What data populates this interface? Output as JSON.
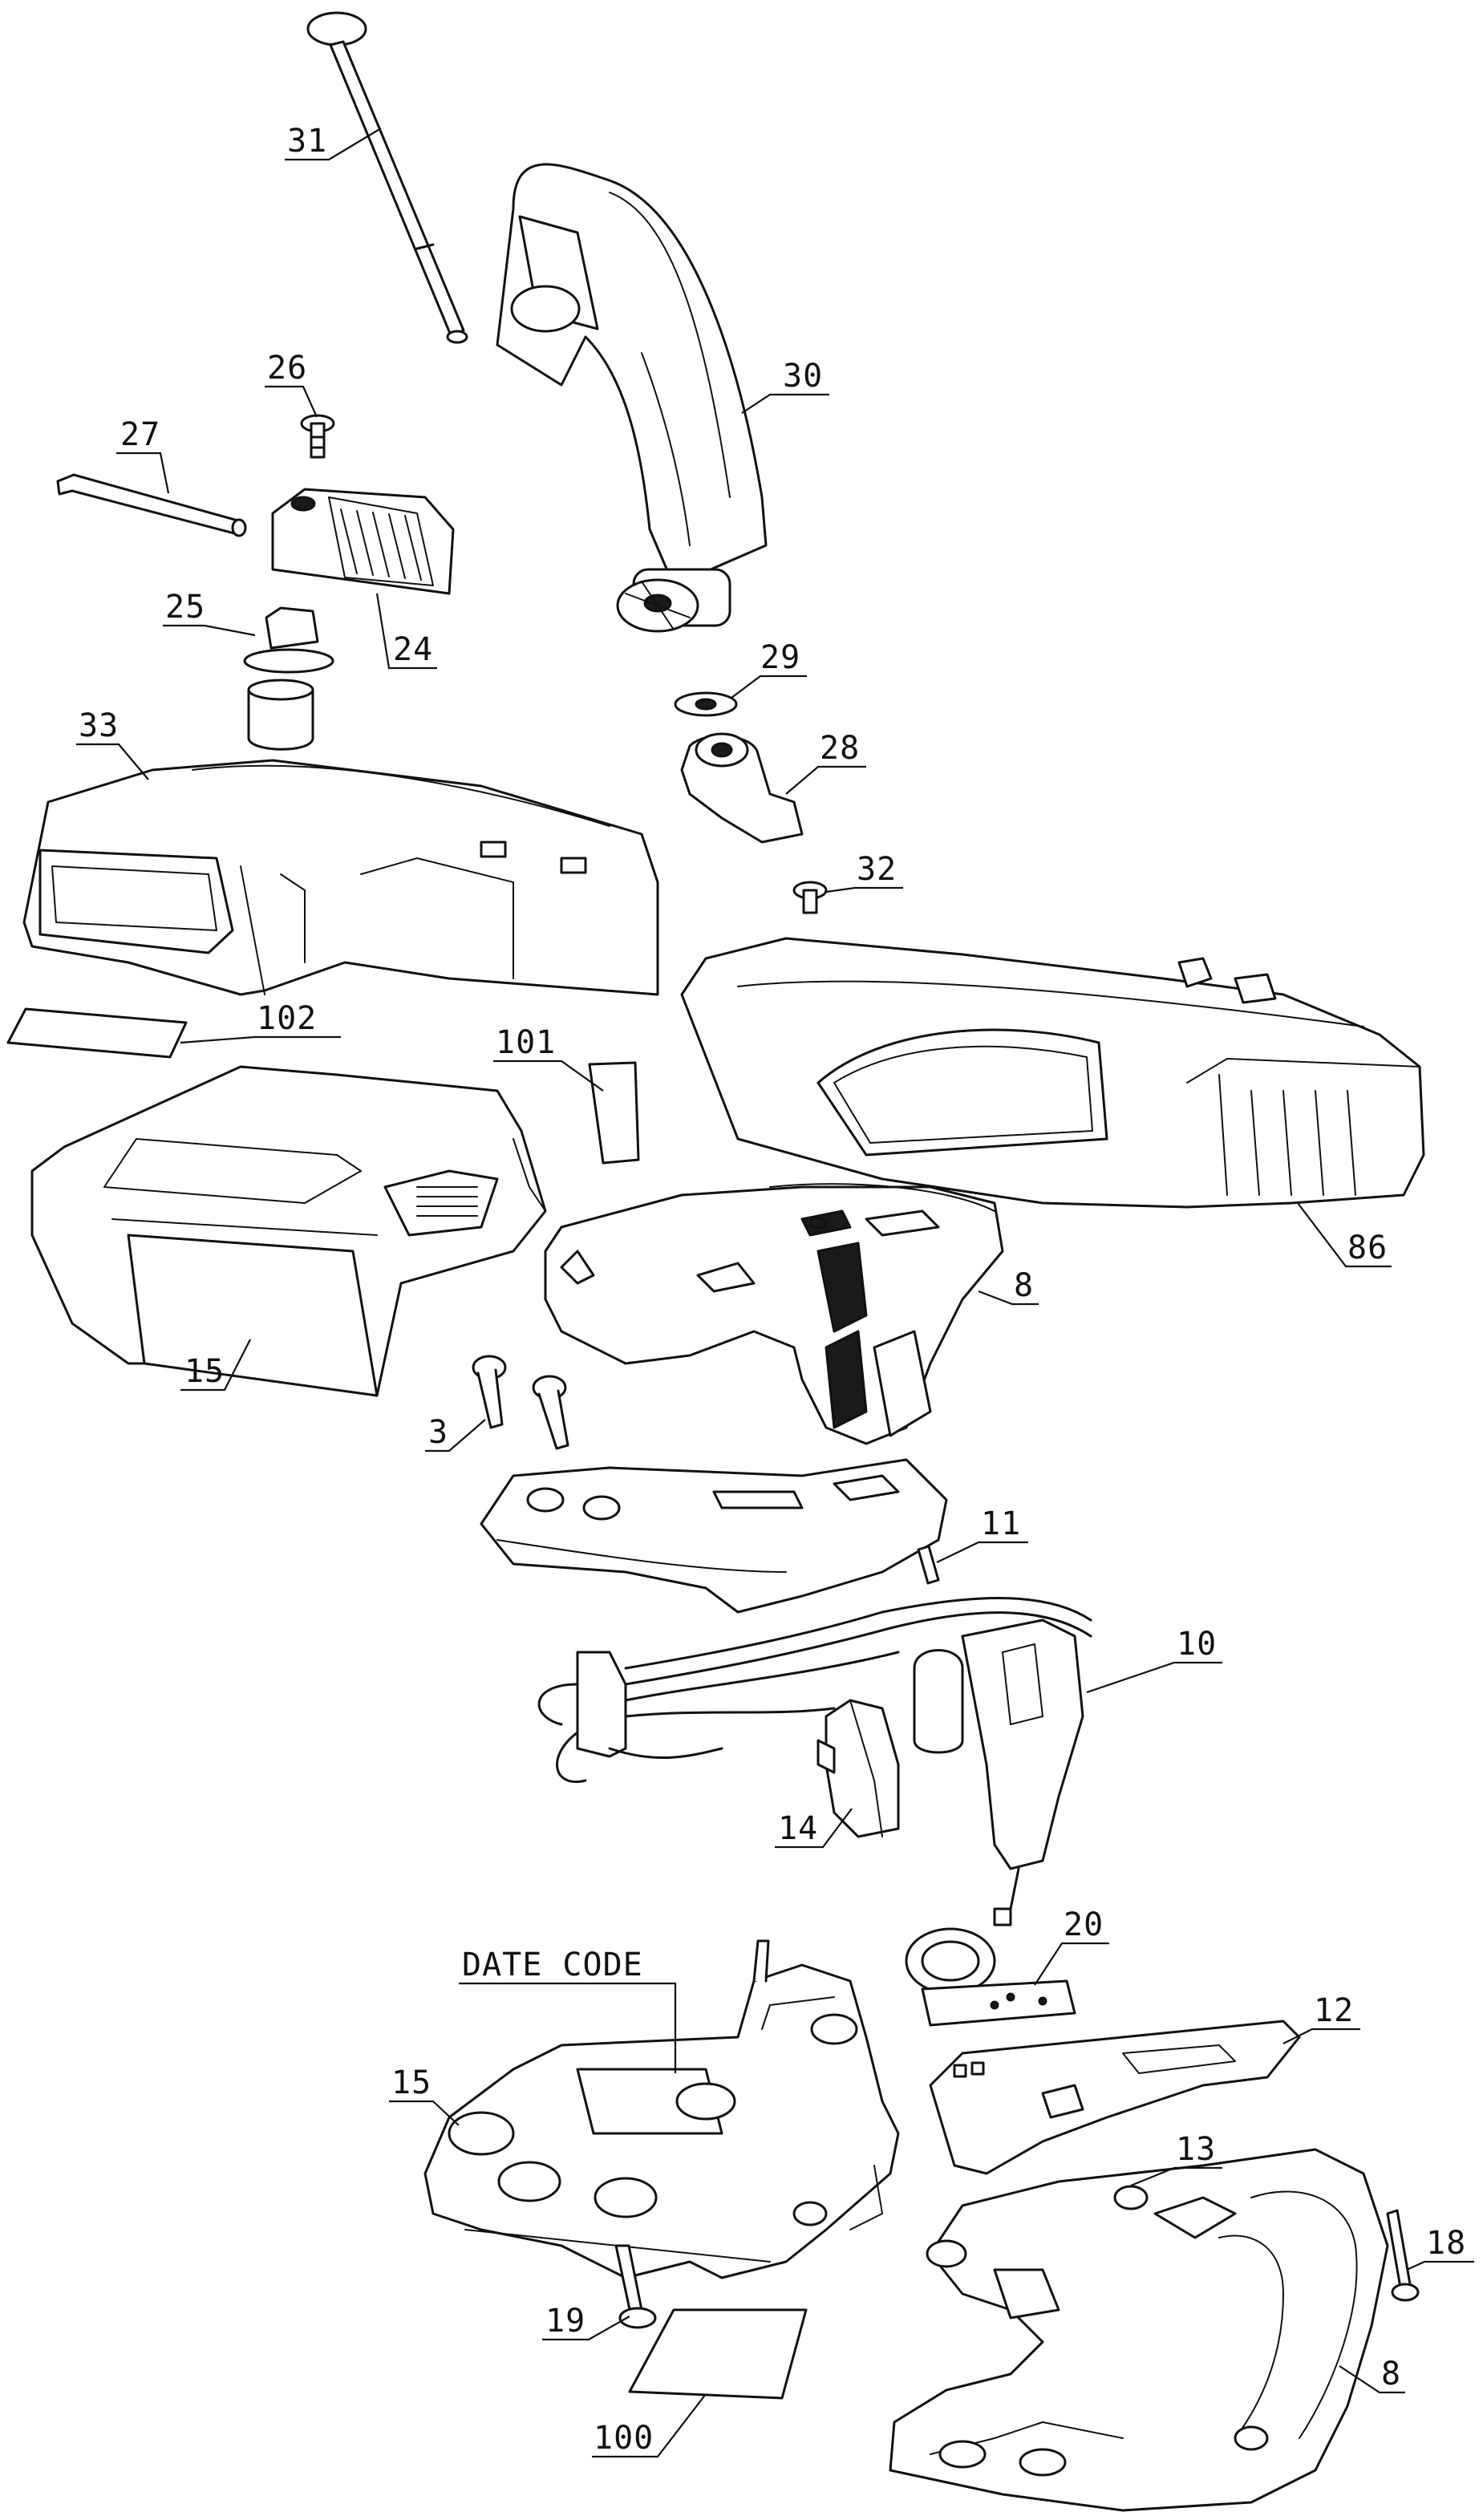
{
  "callouts": [
    {
      "id": "c31",
      "label": "31"
    },
    {
      "id": "c30",
      "label": "30"
    },
    {
      "id": "c26",
      "label": "26"
    },
    {
      "id": "c27",
      "label": "27"
    },
    {
      "id": "c24",
      "label": "24"
    },
    {
      "id": "c25",
      "label": "25"
    },
    {
      "id": "c29",
      "label": "29"
    },
    {
      "id": "c28",
      "label": "28"
    },
    {
      "id": "c33",
      "label": "33"
    },
    {
      "id": "c32",
      "label": "32"
    },
    {
      "id": "c102",
      "label": "102"
    },
    {
      "id": "c101",
      "label": "101"
    },
    {
      "id": "c86",
      "label": "86"
    },
    {
      "id": "c15a",
      "label": "15"
    },
    {
      "id": "c8a",
      "label": "8"
    },
    {
      "id": "c3",
      "label": "3"
    },
    {
      "id": "c11",
      "label": "11"
    },
    {
      "id": "c10",
      "label": "10"
    },
    {
      "id": "c14",
      "label": "14"
    },
    {
      "id": "c20",
      "label": "20"
    },
    {
      "id": "cdate",
      "label": "DATE CODE"
    },
    {
      "id": "c12",
      "label": "12"
    },
    {
      "id": "c15b",
      "label": "15"
    },
    {
      "id": "c13",
      "label": "13"
    },
    {
      "id": "c18",
      "label": "18"
    },
    {
      "id": "c19",
      "label": "19"
    },
    {
      "id": "c8b",
      "label": "8"
    },
    {
      "id": "c100",
      "label": "100"
    }
  ]
}
